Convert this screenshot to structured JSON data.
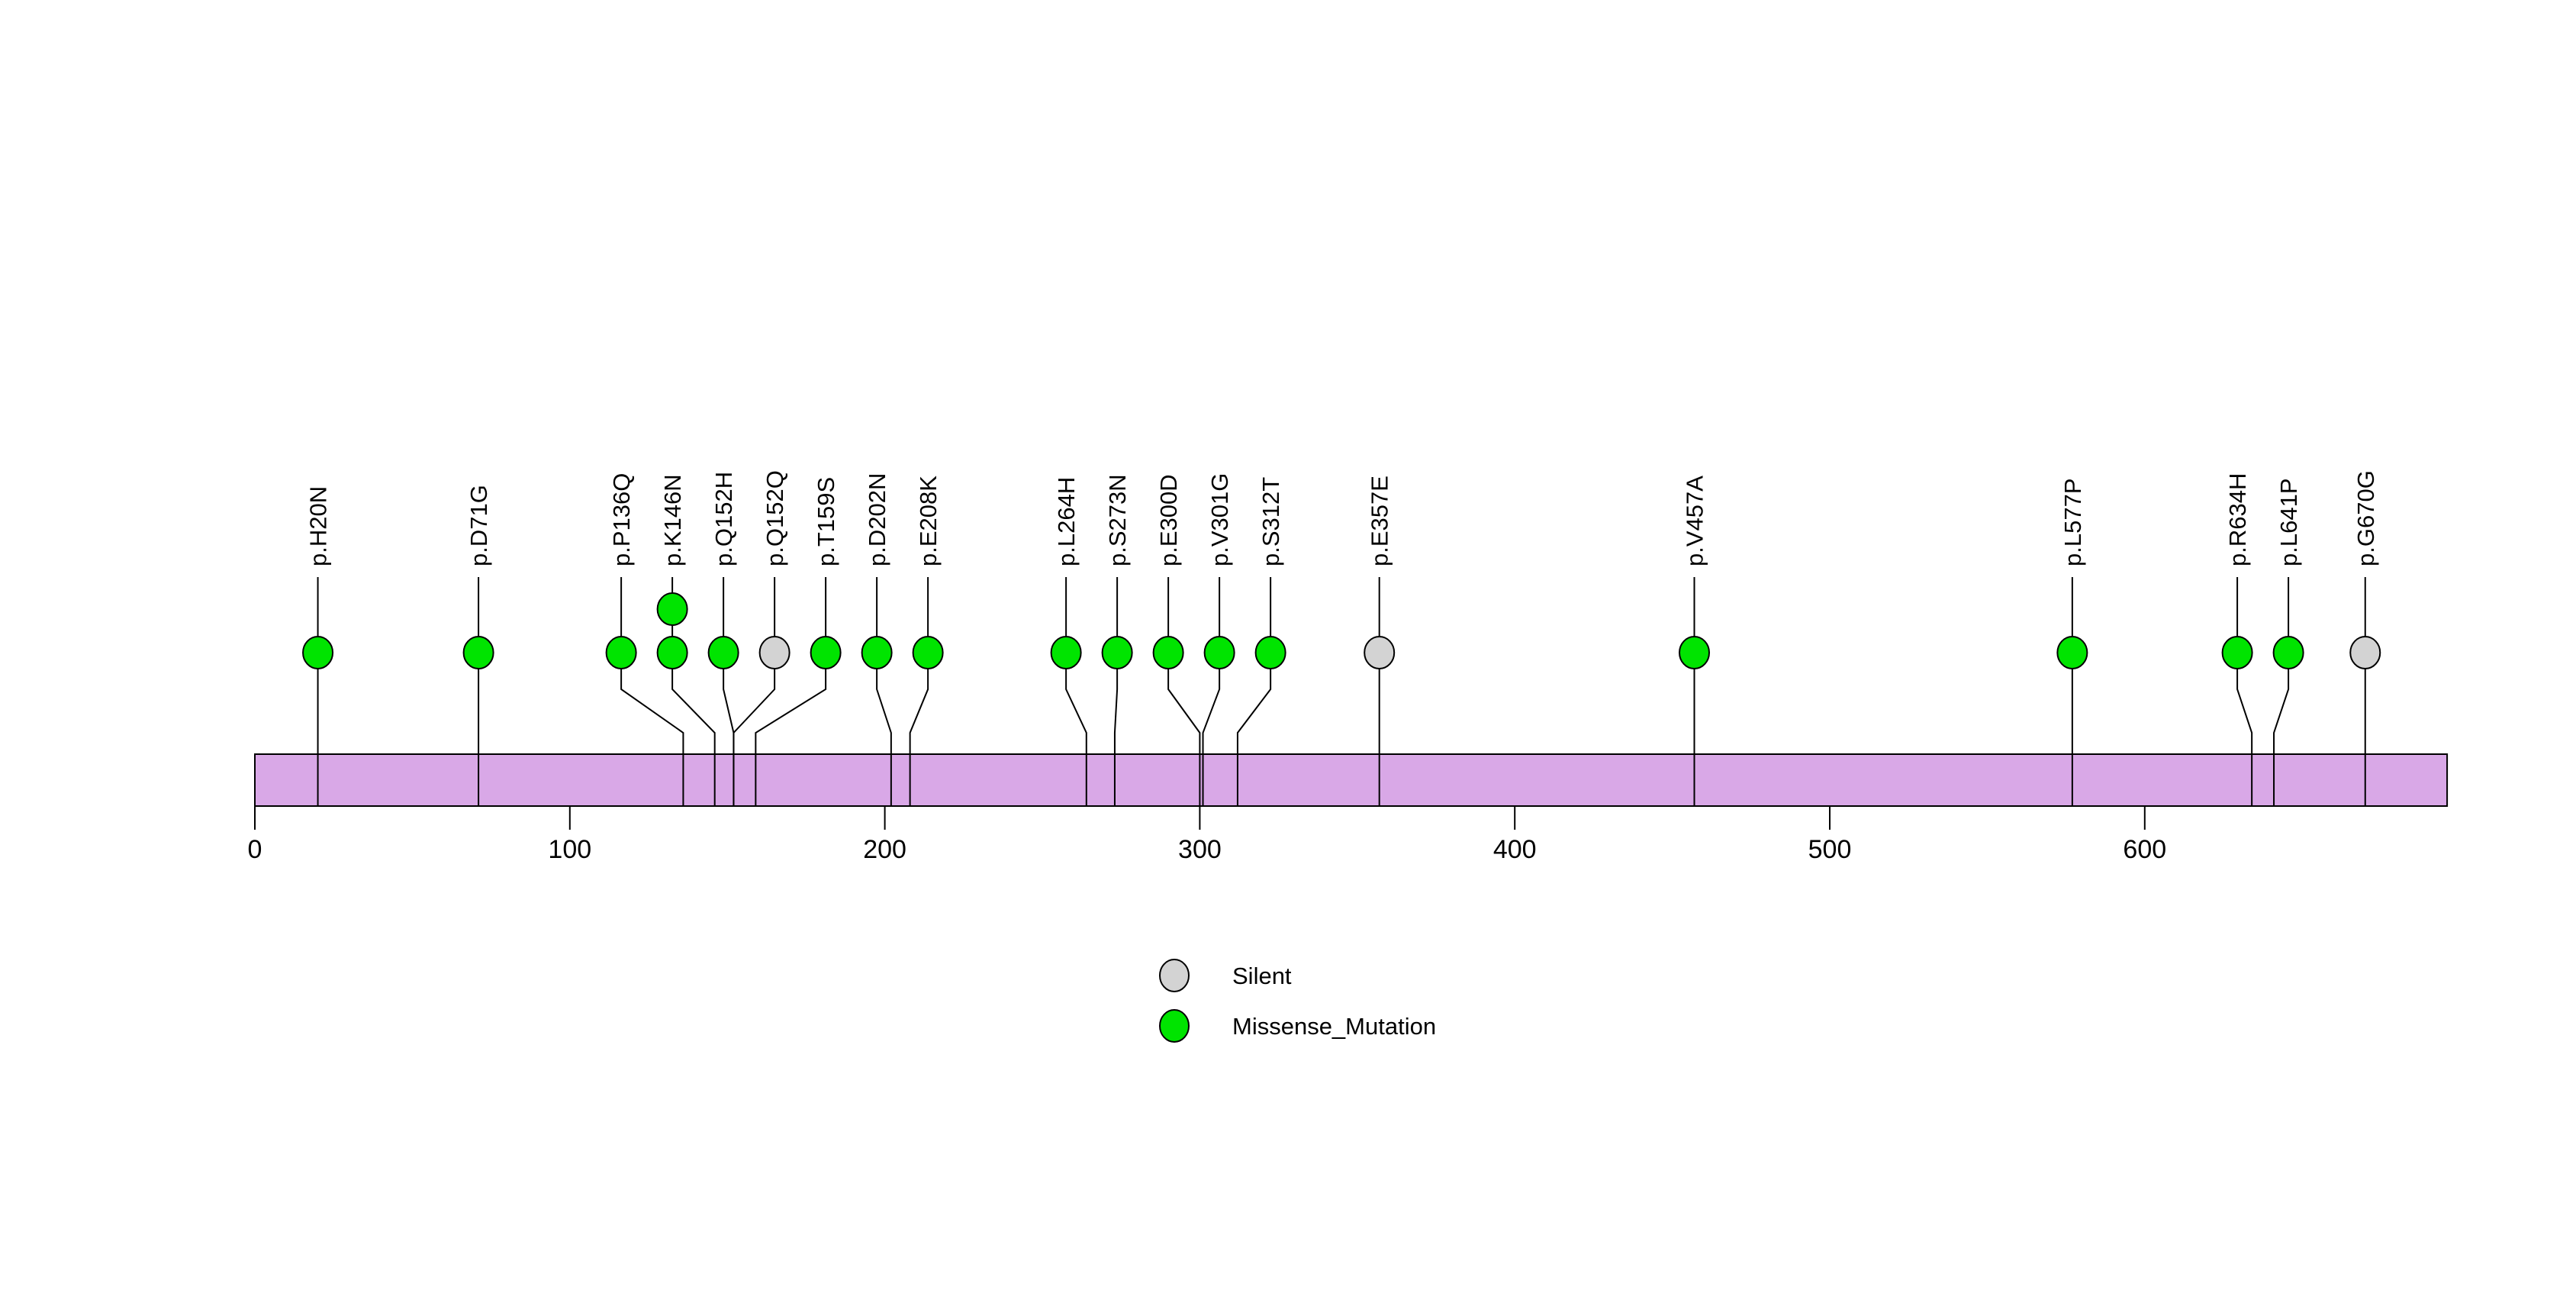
{
  "chart_data": {
    "type": "lollipop",
    "title": "",
    "xlabel": "",
    "ylabel": "",
    "xlim": [
      0,
      696
    ],
    "x_ticks": [
      0,
      100,
      200,
      300,
      400,
      500,
      600
    ],
    "grid": false,
    "legend_position": "bottom-center",
    "backbone": {
      "start": 0,
      "end": 696,
      "fill_color": "#d9a8e7",
      "border_color": "#000000"
    },
    "type_colors": {
      "Silent": "#d3d3d3",
      "Missense_Mutation": "#00e400"
    },
    "legend": [
      {
        "label": "Silent",
        "color": "#d3d3d3"
      },
      {
        "label": "Missense_Mutation",
        "color": "#00e400"
      }
    ],
    "mutations": [
      {
        "label": "p.H20N",
        "position": 20,
        "type": "Missense_Mutation",
        "count": 1
      },
      {
        "label": "p.D71G",
        "position": 71,
        "type": "Missense_Mutation",
        "count": 1
      },
      {
        "label": "p.P136Q",
        "position": 136,
        "type": "Missense_Mutation",
        "count": 1
      },
      {
        "label": "p.K146N",
        "position": 146,
        "type": "Missense_Mutation",
        "count": 2
      },
      {
        "label": "p.Q152H",
        "position": 152,
        "type": "Missense_Mutation",
        "count": 1
      },
      {
        "label": "p.Q152Q",
        "position": 152,
        "type": "Silent",
        "count": 1
      },
      {
        "label": "p.T159S",
        "position": 159,
        "type": "Missense_Mutation",
        "count": 1
      },
      {
        "label": "p.D202N",
        "position": 202,
        "type": "Missense_Mutation",
        "count": 1
      },
      {
        "label": "p.E208K",
        "position": 208,
        "type": "Missense_Mutation",
        "count": 1
      },
      {
        "label": "p.L264H",
        "position": 264,
        "type": "Missense_Mutation",
        "count": 1
      },
      {
        "label": "p.S273N",
        "position": 273,
        "type": "Missense_Mutation",
        "count": 1
      },
      {
        "label": "p.E300D",
        "position": 300,
        "type": "Missense_Mutation",
        "count": 1
      },
      {
        "label": "p.V301G",
        "position": 301,
        "type": "Missense_Mutation",
        "count": 1
      },
      {
        "label": "p.S312T",
        "position": 312,
        "type": "Missense_Mutation",
        "count": 1
      },
      {
        "label": "p.E357E",
        "position": 357,
        "type": "Silent",
        "count": 1
      },
      {
        "label": "p.V457A",
        "position": 457,
        "type": "Missense_Mutation",
        "count": 1
      },
      {
        "label": "p.L577P",
        "position": 577,
        "type": "Missense_Mutation",
        "count": 1
      },
      {
        "label": "p.R634H",
        "position": 634,
        "type": "Missense_Mutation",
        "count": 1
      },
      {
        "label": "p.L641P",
        "position": 641,
        "type": "Missense_Mutation",
        "count": 1
      },
      {
        "label": "p.G670G",
        "position": 670,
        "type": "Silent",
        "count": 1
      }
    ]
  }
}
